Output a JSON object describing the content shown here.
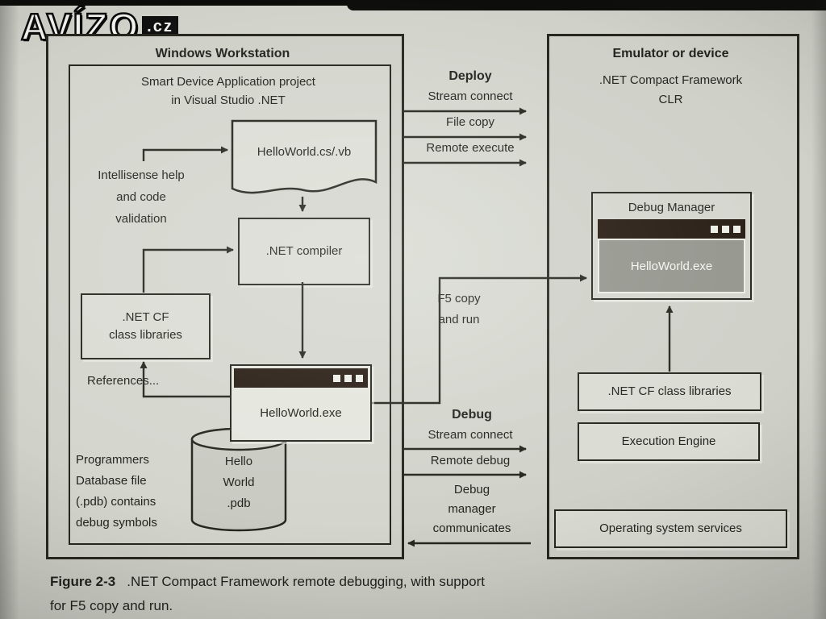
{
  "watermark": {
    "name": "AVÍZO",
    "tld": ".cz"
  },
  "workstation": {
    "title": "Windows Workstation",
    "project_title": "Smart Device Application project\nin Visual Studio .NET",
    "source_file": "HelloWorld.cs/.vb",
    "intellisense": "Intellisense help\nand code\nvalidation",
    "compiler": ".NET compiler",
    "class_libraries": ".NET CF\nclass libraries",
    "references": "References...",
    "exe_window_title": "HelloWorld.exe",
    "pdb_note": "Programmers\nDatabase file\n(.pdb) contains\ndebug symbols",
    "pdb_db": "Hello\nWorld\n.pdb"
  },
  "deploy": {
    "heading": "Deploy",
    "steps": [
      "Stream connect",
      "File copy",
      "Remote execute"
    ]
  },
  "f5_label": "F5 copy\nand run",
  "debug": {
    "heading": "Debug",
    "steps": [
      "Stream connect",
      "Remote debug"
    ],
    "communicates": "Debug\nmanager\ncommunicates"
  },
  "device": {
    "title": "Emulator or device",
    "clr": ".NET Compact Framework\nCLR",
    "debug_manager": "Debug Manager",
    "exe_label": "HelloWorld.exe",
    "class_libraries": ".NET CF class libraries",
    "execution_engine": "Execution Engine",
    "os_services": "Operating system services"
  },
  "caption": {
    "figure": "Figure 2-3",
    "line1": ".NET Compact Framework remote debugging, with support",
    "line2": "for F5 copy and run."
  },
  "colors": {
    "page": "#cdcfc7",
    "box_fill": "#dadcd4",
    "border": "#26261f",
    "titlebar": "#261b12",
    "dm_body": "#94968e"
  }
}
